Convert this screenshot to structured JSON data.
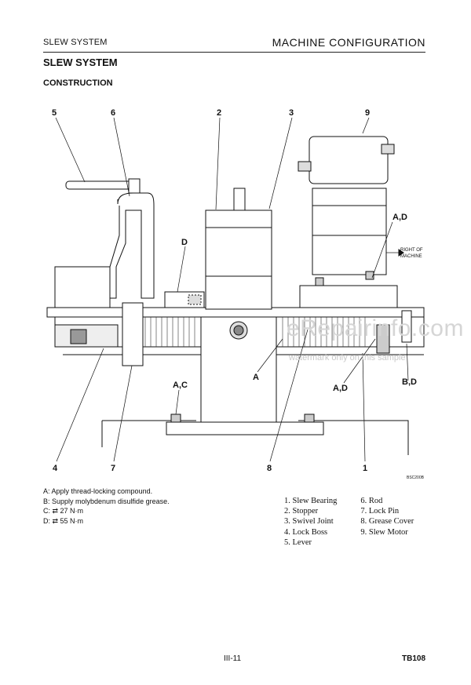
{
  "header": {
    "left": "SLEW SYSTEM",
    "right": "MACHINE CONFIGURATION"
  },
  "section_title": "SLEW SYSTEM",
  "subsection_title": "CONSTRUCTION",
  "drawing": {
    "callouts": [
      "5",
      "6",
      "2",
      "3",
      "9",
      "D",
      "A,D",
      "A",
      "A,C",
      "A,D",
      "B,D",
      "4",
      "7",
      "8",
      "1"
    ],
    "right_of_machine": [
      "RIGHT OF",
      "MACHINE"
    ],
    "figure_code": "BSC200B"
  },
  "notes": [
    "A: Apply thread-locking compound.",
    "B: Supply molybdenum disulfide grease.",
    "C: ⇄ 27 N·m",
    "D: ⇄ 55 N·m"
  ],
  "parts_left": [
    "1. Slew Bearing",
    "2. Stopper",
    "3. Swivel Joint",
    "4. Lock Boss",
    "5. Lever"
  ],
  "parts_right": [
    "6. Rod",
    "7. Lock Pin",
    "8. Grease Cover",
    "9. Slew Motor"
  ],
  "watermark": {
    "main": "eRepairinfo.com",
    "sub": "watermark only on this sample"
  },
  "footer": {
    "page": "III-11",
    "code": "TB108"
  }
}
